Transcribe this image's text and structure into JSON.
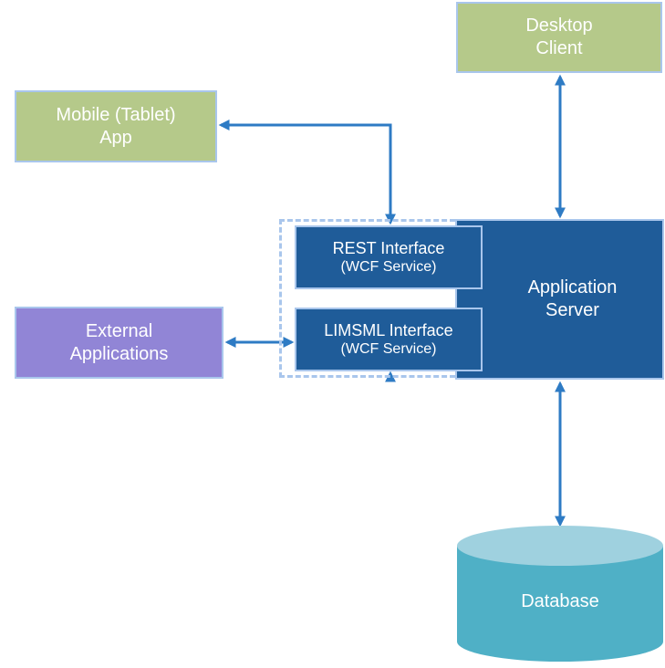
{
  "nodes": {
    "desktop_client": "Desktop\nClient",
    "mobile_app": "Mobile (Tablet)\nApp",
    "external_apps": "External\nApplications",
    "app_server": "Application\nServer",
    "rest_title": "REST Interface",
    "rest_sub": "(WCF Service)",
    "limsml_title": "LIMSML Interface",
    "limsml_sub": "(WCF Service)",
    "database": "Database"
  },
  "colors": {
    "green_box": "#b5c98a",
    "purple_box": "#9185d6",
    "server_blue": "#1f5c99",
    "border_light_blue": "#a9c6ec",
    "arrow_blue": "#2e7bc4",
    "db_body": "#4fb0c6",
    "db_top": "#9fd1df"
  }
}
